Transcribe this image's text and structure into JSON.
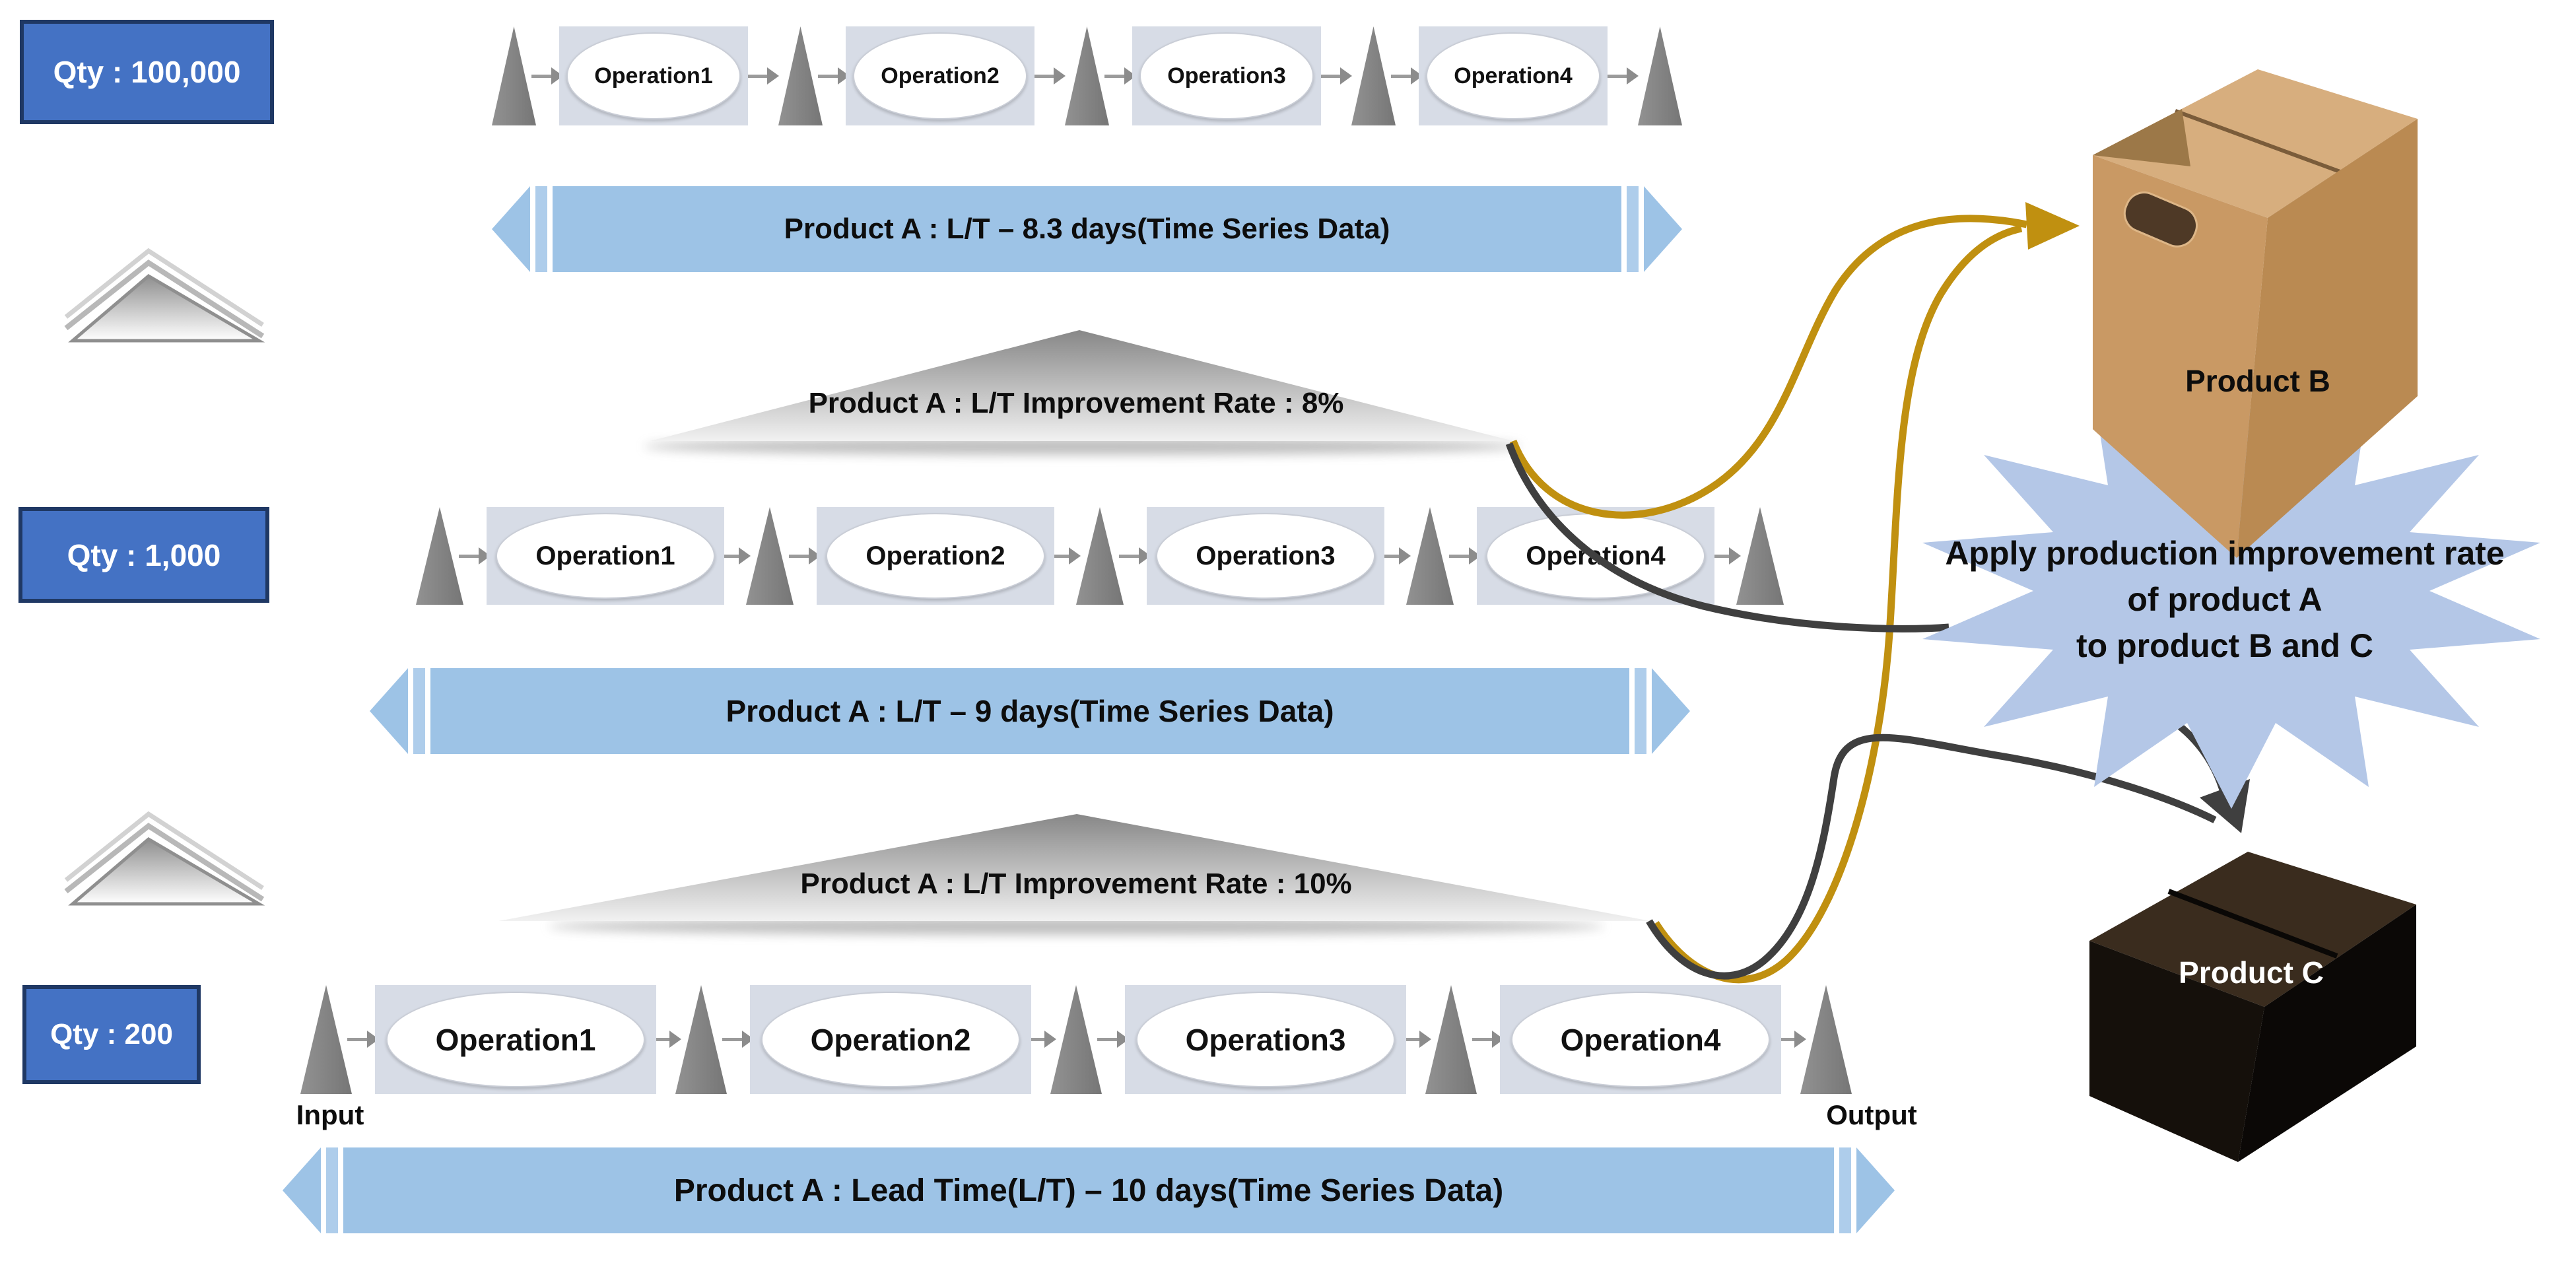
{
  "rows": [
    {
      "qty": "Qty : 100,000",
      "operations": [
        "Operation1",
        "Operation2",
        "Operation3",
        "Operation4"
      ],
      "band": "Product A : L/T – 8.3 days(Time Series Data)"
    },
    {
      "qty": "Qty : 1,000",
      "operations": [
        "Operation1",
        "Operation2",
        "Operation3",
        "Operation4"
      ],
      "band": "Product A : L/T – 9 days(Time Series Data)"
    },
    {
      "qty": "Qty : 200",
      "operations": [
        "Operation1",
        "Operation2",
        "Operation3",
        "Operation4"
      ],
      "band": "Product A : Lead Time(L/T) – 10 days(Time Series Data)"
    }
  ],
  "improvements": [
    {
      "label": "Product A : L/T Improvement Rate : 8%"
    },
    {
      "label": "Product A : L/T Improvement Rate : 10%"
    }
  ],
  "callout": {
    "lines": [
      "Apply production improvement rate",
      "of product A",
      "to product B and C"
    ]
  },
  "products": {
    "b": "Product B",
    "c": "Product C"
  },
  "labels": {
    "input": "Input",
    "output": "Output"
  },
  "colors": {
    "qty_fill": "#4472C4",
    "qty_border": "#1F3864",
    "band_fill": "#9DC3E6",
    "op_box_fill": "#D7DCE6",
    "inventory_triangle": "#7F7F7F",
    "gold_arrow": "#C09010",
    "dark_arrow": "#3F3F3F",
    "starburst_fill": "#B4C7E7",
    "carton_tan": "#C99964",
    "carton_dark": "#15100B"
  }
}
